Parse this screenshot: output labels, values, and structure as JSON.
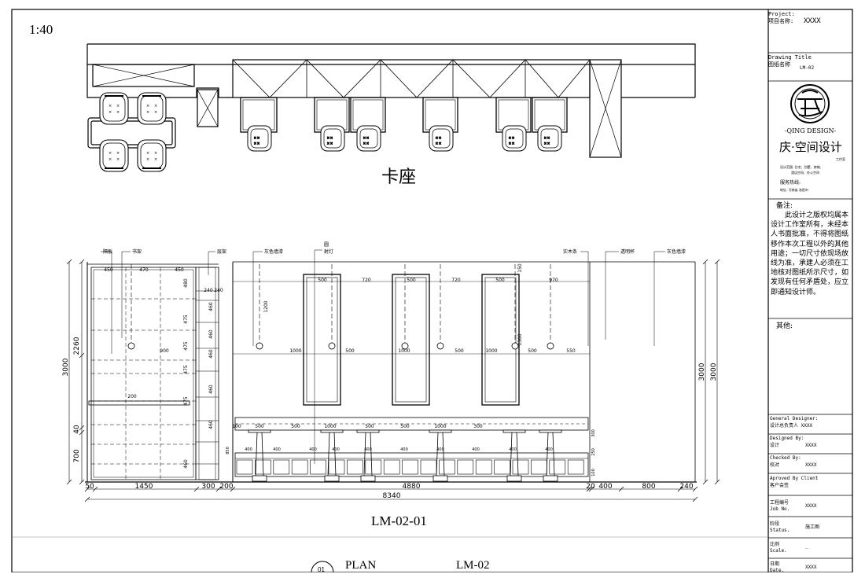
{
  "drawing": {
    "scale_label": "1:40",
    "plan_caption": "卡座",
    "elevation_caption": "LM-02-01",
    "bottom_plan_label": "PLAN",
    "bottom_code": "LM-02",
    "bottom_circle": "01"
  },
  "elevation_annotations": {
    "partition": "隔板",
    "bookshelf": "书架",
    "rack": "层架",
    "wall_paint_left": "灰色墙漆",
    "lamp_line1": "圆",
    "lamp_line2": "射灯",
    "solid_wood": "实木条",
    "glass": "透明杯",
    "wall_paint_right": "灰色墙漆"
  },
  "dimensions": {
    "bottom_left": [
      "50",
      "1450",
      "300",
      "200"
    ],
    "bottom_mid": "4880",
    "bottom_right": [
      "20",
      "400",
      "800",
      "240"
    ],
    "total": "8340",
    "left_heights": [
      "3000",
      "2260",
      "40",
      "700"
    ],
    "right_heights": [
      "3000",
      "3000"
    ],
    "shelf_widths": [
      "450",
      "470",
      "450"
    ],
    "shelf_heights": [
      "480",
      "460",
      "475",
      "460",
      "475",
      "460",
      "475",
      "460",
      "475",
      "460",
      "460"
    ],
    "shelf_small": [
      "240",
      "240"
    ],
    "shelf_other": [
      "900",
      "200"
    ],
    "mirror_widths": [
      "500",
      "720",
      "500",
      "720",
      "500",
      "970"
    ],
    "mirror_offsets": [
      "1000",
      "500",
      "1000",
      "500",
      "1000",
      "500",
      "550"
    ],
    "vertical_marks": [
      "1200",
      "150",
      "1300"
    ],
    "counter_top": [
      "100",
      "500",
      "500",
      "1000",
      "500",
      "500",
      "1000",
      "300"
    ],
    "seat_dims": [
      "400",
      "400",
      "400",
      "400",
      "400",
      "400",
      "400",
      "400",
      "400",
      "400"
    ],
    "counter_side": [
      "850",
      "300",
      "250",
      "100"
    ]
  },
  "title_block": {
    "project_label_en": "Project:",
    "project_label_cn": "项目名称:",
    "project_value": "XXXX",
    "drawing_title_en": "Drawing Title",
    "drawing_title_cn": "图纸名称",
    "drawing_title_value": "LM-02",
    "logo_name": "-QING DESIGN-",
    "studio_name": "庆·空间设计",
    "studio_suffix": "工作室",
    "scope_line1": "设计范围: 住宅、别墅、商铺、",
    "scope_line2": "酒店空间、办公空间",
    "hotline_label": "服务热线:",
    "address": "地址: 河南省 洛阳市",
    "notes_title": "备注:",
    "notes_text": "此设计之版权均属本设计工作室所有，未经本人书面批准，不得将图纸移作本次工程以外的其他用途；一切尺寸依现场放线为准，承建人必须在工地核对图纸所示尺寸，如发现有任何矛盾处，应立即通知设计师。",
    "other_title": "其他:",
    "general_designer_en": "General Designer:",
    "general_designer_cn": "设计总负责人",
    "general_designer_value": "XXXX",
    "designed_by_en": "Designed By:",
    "designed_by_cn": "设计",
    "designed_by_value": "XXXX",
    "checked_by_en": "Checked By:",
    "checked_by_cn": "校对",
    "checked_by_value": "XXXX",
    "approved_en": "Aproved By Client",
    "approved_cn": "客户会签",
    "job_no_cn": "工程编号",
    "job_no_en": "Job No.",
    "job_no_value": "XXXX",
    "status_cn": "阶段",
    "status_en": "Status.",
    "status_value": "施工图",
    "scale_cn": "比例",
    "scale_en": "Scale.",
    "scale_value": "_",
    "date_cn": "日期",
    "date_en": "Date.",
    "date_value": "XXXX"
  }
}
